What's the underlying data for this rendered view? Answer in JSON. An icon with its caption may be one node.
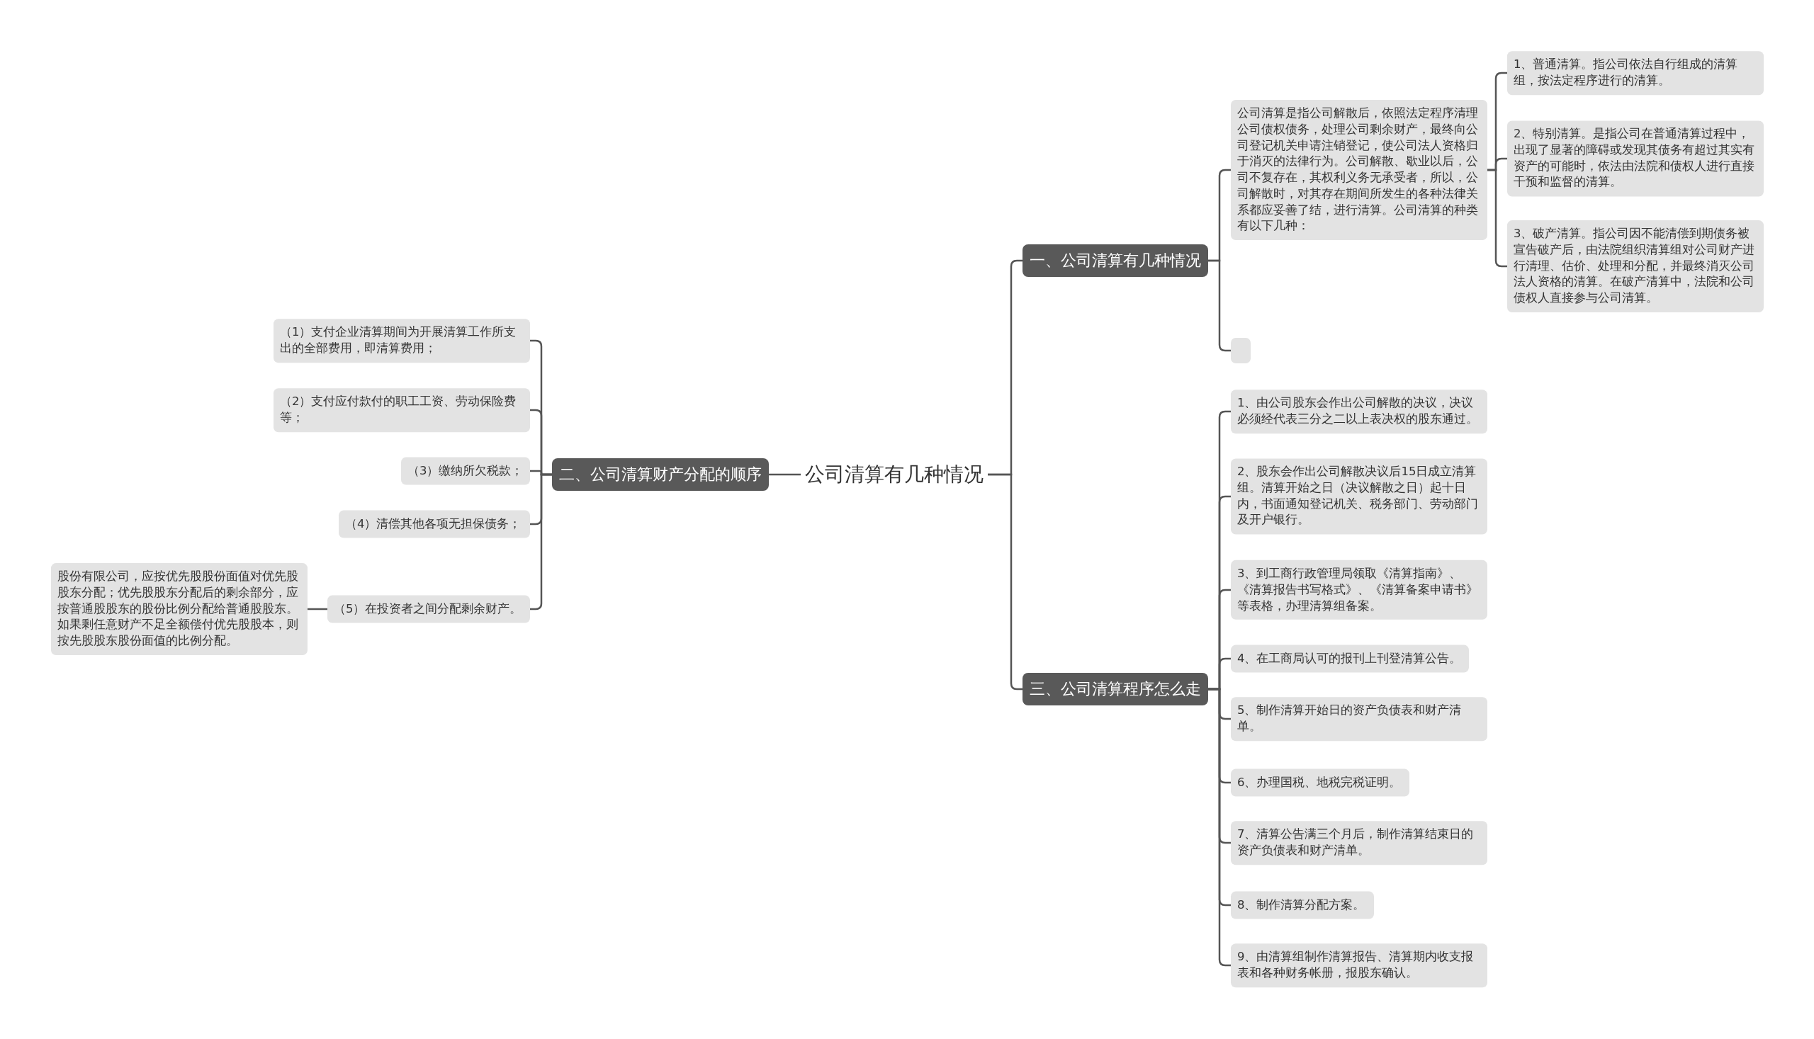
{
  "diagram": {
    "nodes": [
      {
        "text": [
          "公司清算有几种情况"
        ]
      },
      {
        "text": [
          "一、公司清算有几种情况"
        ]
      },
      {
        "text": [
          "公司清算是指公司解散后，依照法定程序清理公司债权债务，处理公司剩余财产，最终向公司登记机关申请注销登记，使公司法人资格归于消灭的法律行为。公司解散、歇业以后，公司不复存在，其权利义务无承受者，所以，公司解散时，对其存在期间所发生的各种法律关系都应妥善了结，进行清算。公司清算的种类有以下几种："
        ]
      },
      {
        "text": [
          "1、普通清算。指公司依法自行组成的清算组，按法定程序进行的清算。"
        ]
      },
      {
        "text": [
          "2、特别清算。是指公司在普通清算过程中，出现了显著的障碍或发现其债务有超过其实有资产的可能时，依法由法院和债权人进行直接干预和监督的清算。"
        ]
      },
      {
        "text": [
          "3、破产清算。指公司因不能清偿到期债务被宣告破产后，由法院组织清算组对公司财产进行清理、估价、处理和分配，并最终消灭公司法人资格的清算。在破产清算中，法院和公司债权人直接参与公司清算。"
        ]
      },
      {
        "text": [],
        "shape": "box"
      },
      {
        "text": [
          "二、公司清算财产分配的顺序"
        ]
      },
      {
        "text": [
          "（1）支付企业清算期间为开展清算工作所支出的全部费用，即清算费用；"
        ]
      },
      {
        "text": [
          "（2）支付应付款付的职工工资、劳动保险费等；"
        ]
      },
      {
        "text": [
          "（3）缴纳所欠税款；"
        ]
      },
      {
        "text": [
          "（4）清偿其他各项无担保债务；"
        ]
      },
      {
        "text": [
          "（5）在投资者之间分配剩余财产。"
        ]
      },
      {
        "text": [
          "股份有限公司，应按优先股股份面值对优先股股东分配；优先股股东分配后的剩余部分，应按普通股股东的股份比例分配给普通股股东。如果剩任意财产不足全额偿付优先股股本，则按先股股东股份面值的比例分配。"
        ]
      },
      {
        "text": [
          "三、公司清算程序怎么走"
        ]
      },
      {
        "text": [
          "1、由公司股东会作出公司解散的决议，决议必须经代表三分之二以上表决权的股东通过。"
        ]
      },
      {
        "text": [
          "2、股东会作出公司解散决议后15日成立清算组。清算开始之日（决议解散之日）起十日内，书面通知登记机关、税务部门、劳动部门及开户银行。"
        ]
      },
      {
        "text": [
          "3、到工商行政管理局领取《清算指南》、《清算报告书写格式》、《清算备案申请书》等表格，办理清算组备案。"
        ]
      },
      {
        "text": [
          "4、在工商局认可的报刊上刊登清算公告。"
        ]
      },
      {
        "text": [
          "5、制作清算开始日的资产负债表和财产清单。"
        ]
      },
      {
        "text": [
          "6、办理国税、地税完税证明。"
        ]
      },
      {
        "text": [
          "7、清算公告满三个月后，制作清算结束日的资产负债表和财产清单。"
        ]
      },
      {
        "text": [
          "8、制作清算分配方案。"
        ]
      },
      {
        "text": [
          "9、由清算组制作清算报告、清算期内收支报表和各种财务帐册，报股东确认。"
        ]
      }
    ],
    "edges": [
      {
        "from": 0,
        "to": 1,
        "arrow": "none"
      },
      {
        "from": 1,
        "to": 2,
        "arrow": "none"
      },
      {
        "from": 2,
        "to": 3,
        "arrow": "none"
      },
      {
        "from": 2,
        "to": 4,
        "arrow": "none"
      },
      {
        "from": 2,
        "to": 5,
        "arrow": "none"
      },
      {
        "from": 1,
        "to": 6,
        "arrow": "none"
      },
      {
        "from": 0,
        "to": 7,
        "arrow": "none"
      },
      {
        "from": 7,
        "to": 8,
        "arrow": "none"
      },
      {
        "from": 7,
        "to": 9,
        "arrow": "none"
      },
      {
        "from": 7,
        "to": 10,
        "arrow": "none"
      },
      {
        "from": 7,
        "to": 11,
        "arrow": "none"
      },
      {
        "from": 7,
        "to": 12,
        "arrow": "none"
      },
      {
        "from": 12,
        "to": 13,
        "arrow": "none"
      },
      {
        "from": 0,
        "to": 14,
        "arrow": "none"
      },
      {
        "from": 14,
        "to": 15,
        "arrow": "none"
      },
      {
        "from": 14,
        "to": 16,
        "arrow": "none"
      },
      {
        "from": 14,
        "to": 17,
        "arrow": "none"
      },
      {
        "from": 14,
        "to": 18,
        "arrow": "none"
      },
      {
        "from": 14,
        "to": 19,
        "arrow": "none"
      },
      {
        "from": 14,
        "to": 20,
        "arrow": "none"
      },
      {
        "from": 14,
        "to": 21,
        "arrow": "none"
      },
      {
        "from": 14,
        "to": 22,
        "arrow": "none"
      },
      {
        "from": 14,
        "to": 23,
        "arrow": "none"
      }
    ]
  }
}
